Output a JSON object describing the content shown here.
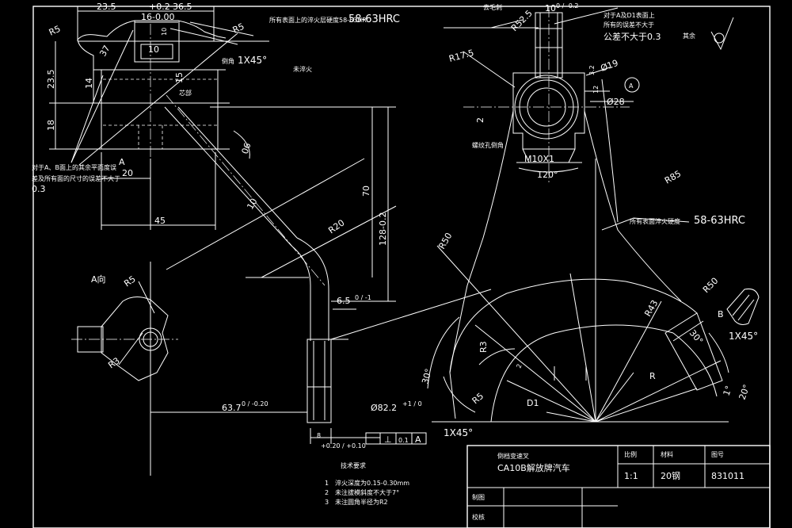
{
  "dimensions": {
    "d23_5_top": "23.5",
    "d_plus02": "+0.2",
    "d36_5": "36.5",
    "d16": "16-0.00",
    "d10_top": "10",
    "d10_vert": "10",
    "r5_topleft": "R5",
    "r5_topright": "R5",
    "r5_small": "R5",
    "d37": "37",
    "chamfer_1x45_top": "1X45°",
    "d23_5_left": "23.5",
    "d14": "14",
    "d15": "15",
    "d18": "18",
    "label_a": "A",
    "d20": "20",
    "d45": "45",
    "angle_ref": "06",
    "d10_arm": "10",
    "r20": "R20",
    "d70": "70",
    "d128": "128-0.2",
    "d6_5": "6.5",
    "d6_5_tol": "0 / -1",
    "d63_7": "63.7",
    "d63_7_tol": "0 / -0.20",
    "d82_2": "Ø82.2",
    "d82_2_tol": "+1 / 0",
    "pin_tol": "+0.20 / +0.10",
    "pin_d8": "8",
    "chamfer_1x45_bottom": "1X45°",
    "d10_right_top": "10",
    "d10_right_tol": "0 / -0.2",
    "r52": "R52.5",
    "r17_5": "R17.5",
    "d32": "3.2",
    "d19": "Ø19",
    "d12": "12",
    "d28": "Ø28",
    "d2": "2",
    "m10": "M10X1",
    "angle120": "120°",
    "r85": "R85",
    "r50_left": "R50",
    "r50_right": "R50",
    "r3": "R3",
    "r43": "R43",
    "r5_inner": "R5",
    "r_inner": "R",
    "angle30_left": "30°",
    "angle30_right": "30°",
    "d1": "D1",
    "label_b": "B",
    "chamfer_1x45_right": "1X45°",
    "angle1": "1°",
    "angle20": "20°",
    "balloon_a": "A",
    "ra_inner": "2"
  },
  "notes": {
    "hardness_top": "所有表面上的淬火层硬度58-63HRC",
    "hardness_value_top": "58-63HRC",
    "hardness_right": "所有表面淬火硬度",
    "hardness_value_right": "58-63HRC",
    "note_left_1": "对于A、B面上的其余平面度误",
    "note_left_2": "差及所有面的尺寸的误差不大于",
    "note_left_3": "0.3",
    "note_right_1": "对于A及D1表面上",
    "note_right_2": "所有的误差不大于",
    "note_right_3": "公差不大于0.3",
    "label_chamfer_top": "倒角",
    "label_hardened": "未淬火",
    "label_core": "芯部",
    "label_thread": "螺纹孔倒角",
    "label_view": "A向",
    "label_surface": "去毛刺",
    "label_other": "其余"
  },
  "gdt": {
    "datum_symbol": "⊥",
    "tolerance": "0.1",
    "datum": "A"
  },
  "requirements": {
    "heading": "技术要求",
    "items": [
      {
        "num": "1",
        "text": "淬火深度为0.15-0.30mm"
      },
      {
        "num": "2",
        "text": "未注拔模斜度不大于7°"
      },
      {
        "num": "3",
        "text": "未注圆角半径为R2"
      }
    ]
  },
  "title_block": {
    "part_name": "倒档变速叉",
    "machine": "CA10B解放牌汽车",
    "scale_label": "比例",
    "scale_value": "1:1",
    "material_label": "材料",
    "material_value": "20钢",
    "drawing_no_label": "图号",
    "drawing_no_value": "831011",
    "drawn_label": "制图",
    "checked_label": "校核"
  }
}
